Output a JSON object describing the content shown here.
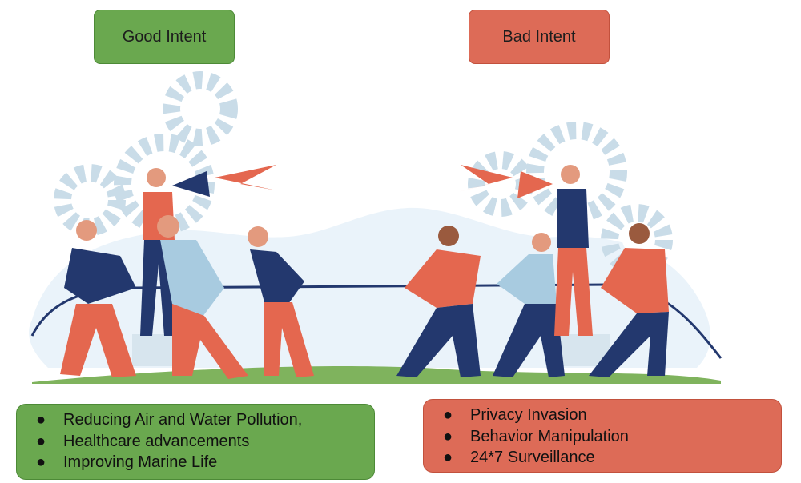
{
  "labels": {
    "good": "Good Intent",
    "bad": "Bad Intent"
  },
  "good_list": {
    "bullet": "●",
    "items": [
      "Reducing Air and Water Pollution,",
      "Healthcare advancements",
      "Improving Marine Life"
    ]
  },
  "bad_list": {
    "bullet": "●",
    "items": [
      "Privacy Invasion",
      "Behavior Manipulation",
      "24*7 Surveillance"
    ]
  },
  "colors": {
    "good": "#6aa84f",
    "bad": "#dd6b57",
    "gear": "#c9dce8",
    "navy": "#23386e",
    "orange": "#e4674f",
    "light_blue": "#a8cbe0",
    "ground": "#7fb35d"
  }
}
